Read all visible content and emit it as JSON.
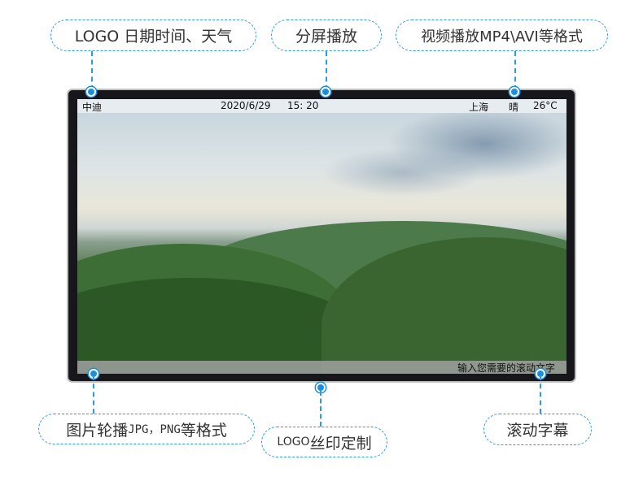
{
  "labels": {
    "logo_datetime_weather": "LOGO 日期时间、天气",
    "split_screen": "分屏播放",
    "video_formats": "视频播放MP4\\AVI等格式",
    "image_carousel_prefix": "图片轮播",
    "image_carousel_formats": "JPG，PNG",
    "image_carousel_suffix": "等格式",
    "logo_print_prefix": "LOGO",
    "logo_print_suffix": "丝印定制",
    "scrolling_text": "滚动字幕"
  },
  "screen": {
    "logo": "中迪",
    "date": "2020/6/29",
    "time": "15: 20",
    "city": "上海",
    "weather": "晴",
    "temperature": "26°C",
    "ticker": "输入您需要的滚动文字"
  },
  "colors": {
    "accent": "#2b9be3",
    "frame": "#16161b"
  }
}
